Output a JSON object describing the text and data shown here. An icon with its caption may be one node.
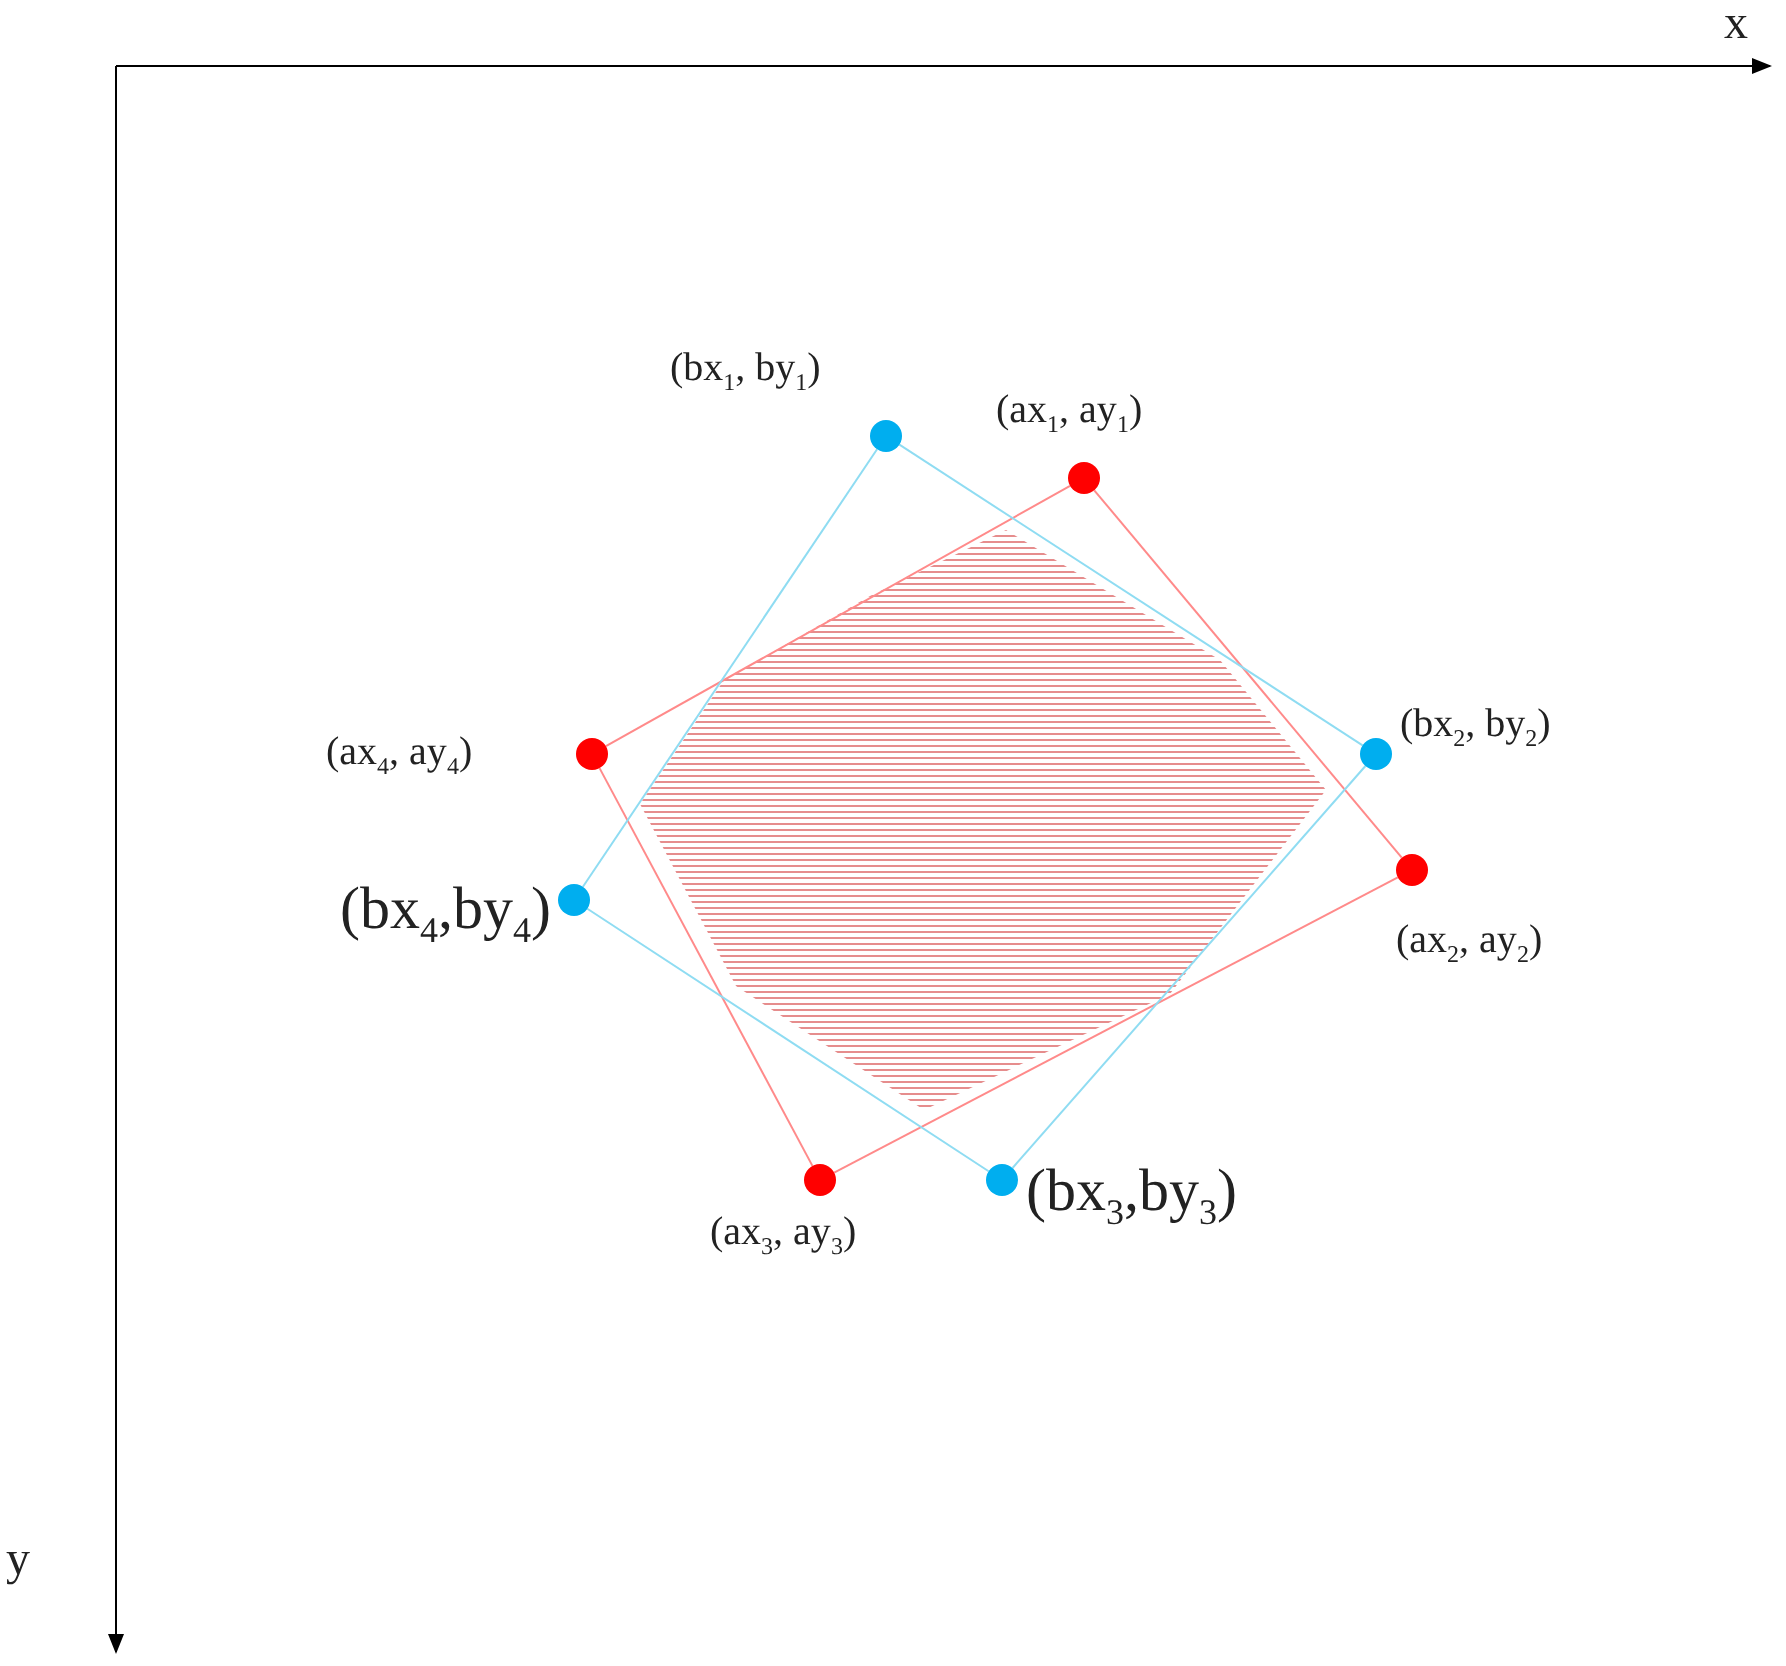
{
  "diagram": {
    "nodes": [
      {
        "text": [],
        "shape": "circle",
        "beside": [
          "(bx$_{1}$, by$_{1}$)"
        ]
      },
      {
        "text": [],
        "shape": "circle",
        "beside": [
          "(ax$_{1}$, ay$_{1}$)"
        ]
      },
      {
        "text": [],
        "shape": "circle",
        "beside": [
          "(ax$_{4}$, ay$_{4}$)"
        ]
      },
      {
        "text": [],
        "shape": "circle",
        "beside": [
          "(bx$_{2}$, by$_{2}$)"
        ]
      },
      {
        "text": [],
        "shape": "circle",
        "beside": [
          "(bx$_{4}$,by$_{4}$)"
        ]
      },
      {
        "text": [],
        "shape": "circle",
        "beside": [
          "(ax$_{2}$, ay$_{2}$)"
        ]
      },
      {
        "text": [],
        "shape": "circle",
        "beside": [
          "(ax$_{3}$, ay$_{3}$)"
        ]
      },
      {
        "text": [],
        "shape": "circle",
        "beside": [
          "(bx$_{3}$,by$_{3}$)"
        ]
      }
    ],
    "edges": [
      {
        "from": 1,
        "to": 5,
        "arrow": "none",
        "color": "#ff8a8a"
      },
      {
        "from": 5,
        "to": 6,
        "arrow": "none",
        "color": "#ff8a8a"
      },
      {
        "from": 6,
        "to": 2,
        "arrow": "none",
        "color": "#ff8a8a"
      },
      {
        "from": 2,
        "to": 1,
        "arrow": "none",
        "color": "#ff8a8a"
      },
      {
        "from": 0,
        "to": 3,
        "arrow": "none",
        "color": "#8fdcf2"
      },
      {
        "from": 3,
        "to": 7,
        "arrow": "none",
        "color": "#8fdcf2"
      },
      {
        "from": 7,
        "to": 4,
        "arrow": "none",
        "color": "#8fdcf2"
      },
      {
        "from": 4,
        "to": 0,
        "arrow": "none",
        "color": "#8fdcf2"
      }
    ],
    "labels": [
      "x",
      "y"
    ]
  }
}
